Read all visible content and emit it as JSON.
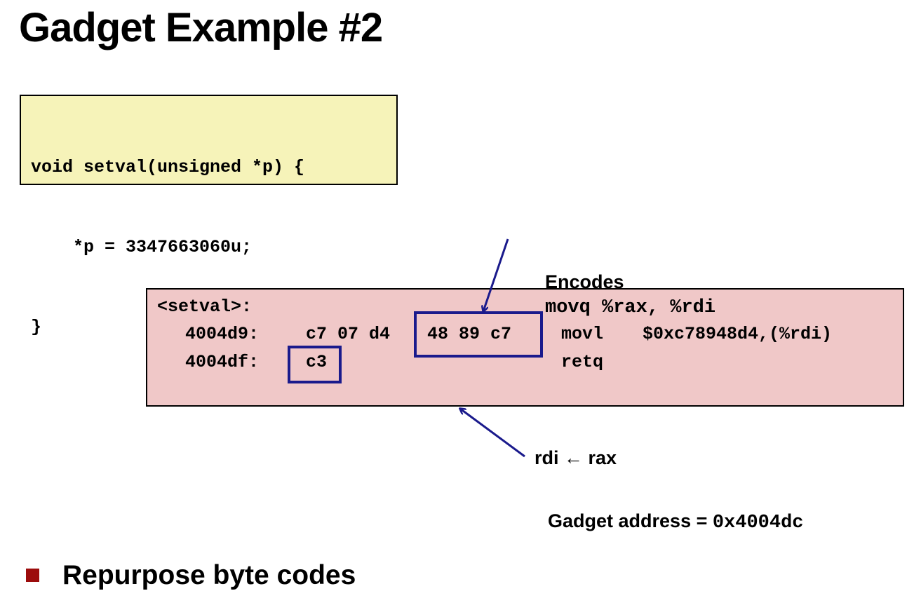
{
  "slide": {
    "title": "Gadget Example #2"
  },
  "c_code": {
    "lines": [
      "void setval(unsigned *p) {",
      "    *p = 3347663060u;",
      "}"
    ]
  },
  "disassembly": {
    "label": "<setval>:",
    "rows": [
      {
        "address": "4004d9:",
        "bytes_prefix": "c7 07 d4",
        "bytes_highlight": "48 89 c7",
        "instruction": "movl",
        "operands": "$0xc78948d4,(%rdi)"
      },
      {
        "address": "4004df:",
        "bytes_highlight": "c3",
        "instruction": "retq",
        "operands": ""
      }
    ]
  },
  "annotations": {
    "encodes_text": "Encodes",
    "encodes_code": "movq %rax, %rdi",
    "rdi_rax": "rdi ← rax",
    "gadget_text": "Gadget address = ",
    "gadget_code": "0x4004dc"
  },
  "bullets": [
    "Repurpose byte codes"
  ],
  "colors": {
    "c_box_bg": "#f6f3b9",
    "asm_box_bg": "#f0c8c8",
    "highlight_border": "#1a1a8c",
    "bullet": "#9c0c0c"
  }
}
